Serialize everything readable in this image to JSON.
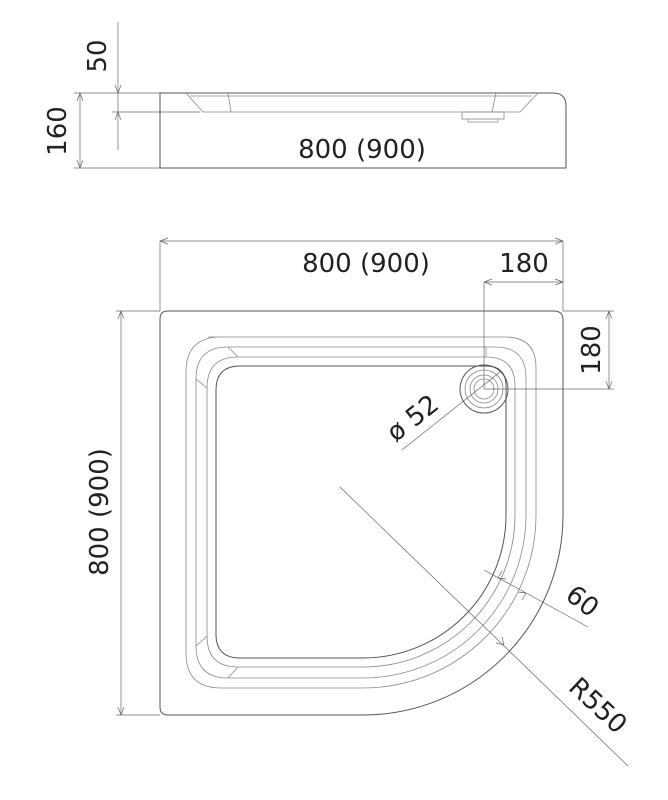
{
  "side_view": {
    "depth_label": "50",
    "height_label": "160",
    "width_label": "800 (900)"
  },
  "top_view": {
    "width_label": "800 (900)",
    "drain_offset_x_label": "180",
    "drain_offset_y_label": "180",
    "drain_diameter_label": "ø 52",
    "height_label": "800 (900)",
    "rim_width_label": "60",
    "radius_label": "R550"
  }
}
